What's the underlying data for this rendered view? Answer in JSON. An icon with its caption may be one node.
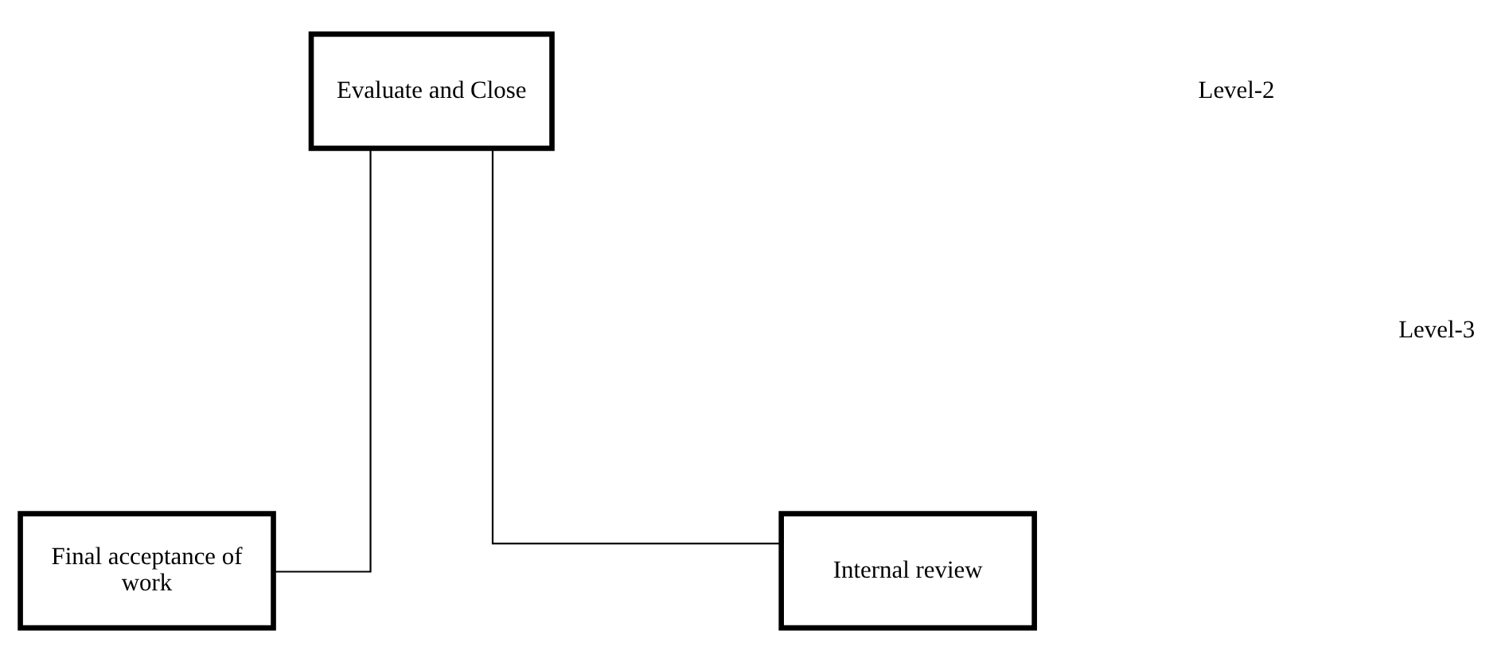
{
  "diagram": {
    "nodes": [
      {
        "text": [
          "Evaluate and Close"
        ]
      },
      {
        "text": [
          "Final acceptance of work"
        ]
      },
      {
        "text": [
          "Internal review"
        ]
      }
    ],
    "edges": [
      {
        "from": 0,
        "to": 1,
        "arrow": "none"
      },
      {
        "from": 0,
        "to": 2,
        "arrow": "none"
      }
    ],
    "labels": [
      "Level-2",
      "Level-3"
    ]
  }
}
